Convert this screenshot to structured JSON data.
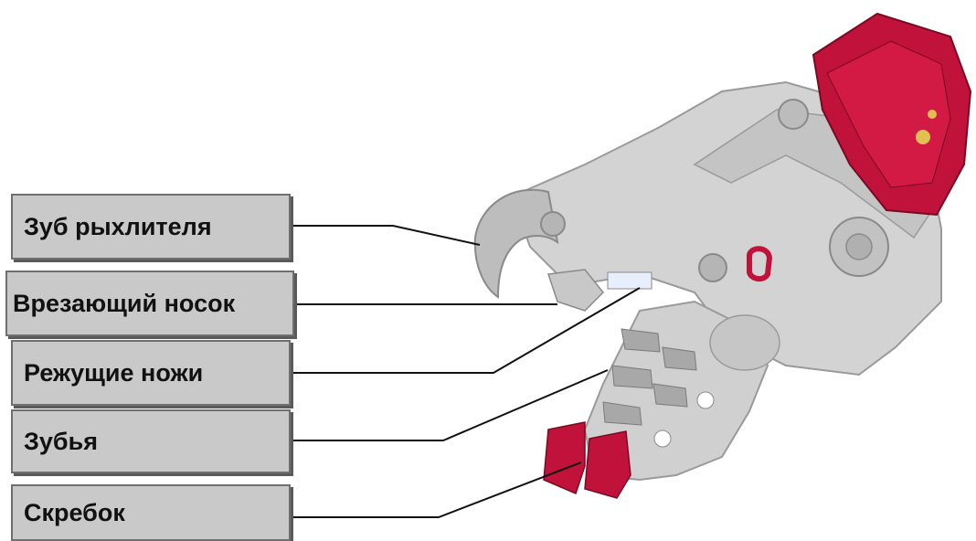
{
  "labels": [
    {
      "id": "ripper-tooth",
      "text": "Зуб рыхлителя"
    },
    {
      "id": "cutting-nose",
      "text": "Врезающий носок"
    },
    {
      "id": "cutting-blades",
      "text": "Режущие ножи"
    },
    {
      "id": "teeth",
      "text": "Зубья"
    },
    {
      "id": "scraper",
      "text": "Скребок"
    }
  ],
  "colors": {
    "body_gray": "#d3d3d3",
    "body_shadow": "#a9a9a9",
    "accent_red": "#c0123a",
    "label_bg": "#c9c9c9",
    "label_border": "#6f6f6f"
  }
}
